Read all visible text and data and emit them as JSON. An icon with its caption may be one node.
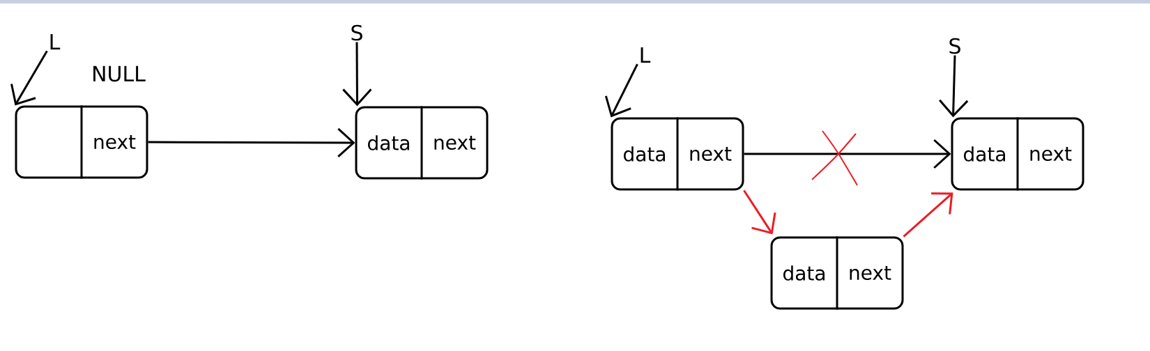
{
  "diagram": {
    "nodes": [
      {
        "text": [
          "L"
        ]
      },
      {
        "text": [
          "next"
        ]
      },
      {
        "text": [
          "S"
        ]
      },
      {
        "text": [
          "data",
          "next"
        ]
      },
      {
        "text": [
          "L"
        ]
      },
      {
        "text": [
          "data",
          "next"
        ]
      },
      {
        "text": [
          "S"
        ]
      },
      {
        "text": [
          "data",
          "next"
        ]
      },
      {
        "text": [
          "data",
          "next"
        ]
      }
    ],
    "edges": [
      {
        "from": 0,
        "to": 1,
        "arrow": "to"
      },
      {
        "from": 1,
        "to": 3,
        "arrow": "to"
      },
      {
        "from": 2,
        "to": 3,
        "arrow": "to"
      },
      {
        "from": 4,
        "to": 5,
        "arrow": "to"
      },
      {
        "from": 6,
        "to": 7,
        "arrow": "to"
      },
      {
        "from": 5,
        "to": 7,
        "arrow": "to"
      },
      {
        "from": 5,
        "to": 8,
        "arrow": "to",
        "color": "#ed1c24"
      },
      {
        "from": 8,
        "to": 7,
        "arrow": "to",
        "color": "#ed1c24"
      }
    ],
    "labels": [
      "NULL"
    ]
  }
}
